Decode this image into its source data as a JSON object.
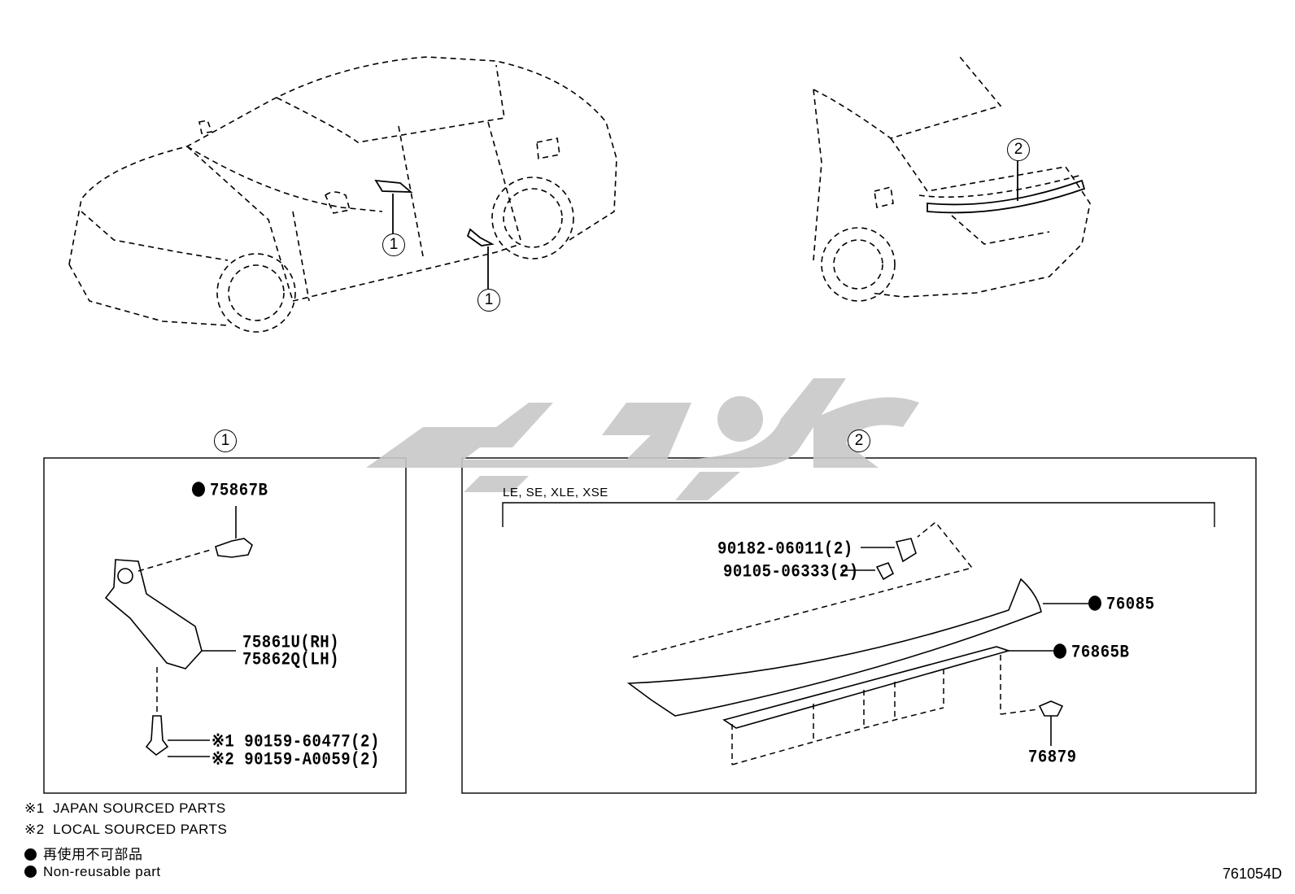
{
  "callouts": {
    "c1": "1",
    "c2": "2"
  },
  "box1": {
    "label": "1",
    "parts": {
      "p1": "75867B",
      "p2": "75861U(RH)",
      "p3": "75862Q(LH)",
      "p4": "※1 90159-60477(2)",
      "p5": "※2 90159-A0059(2)"
    }
  },
  "box2": {
    "label": "2",
    "variant": "LE, SE, XLE, XSE",
    "parts": {
      "p1": "90182-06011(2)",
      "p2": "90105-06333(2)",
      "p3": "76085",
      "p4": "76865B",
      "p5": "76879"
    }
  },
  "legend": {
    "l1_mark": "※1",
    "l1_text": "JAPAN SOURCED PARTS",
    "l2_mark": "※2",
    "l2_text": "LOCAL SOURCED PARTS",
    "l3_text": "再使用不可部品",
    "l4_text": "Non-reusable part"
  },
  "diagram_id": "761054D",
  "colors": {
    "line": "#000000",
    "watermark": "#c8c8c8"
  }
}
